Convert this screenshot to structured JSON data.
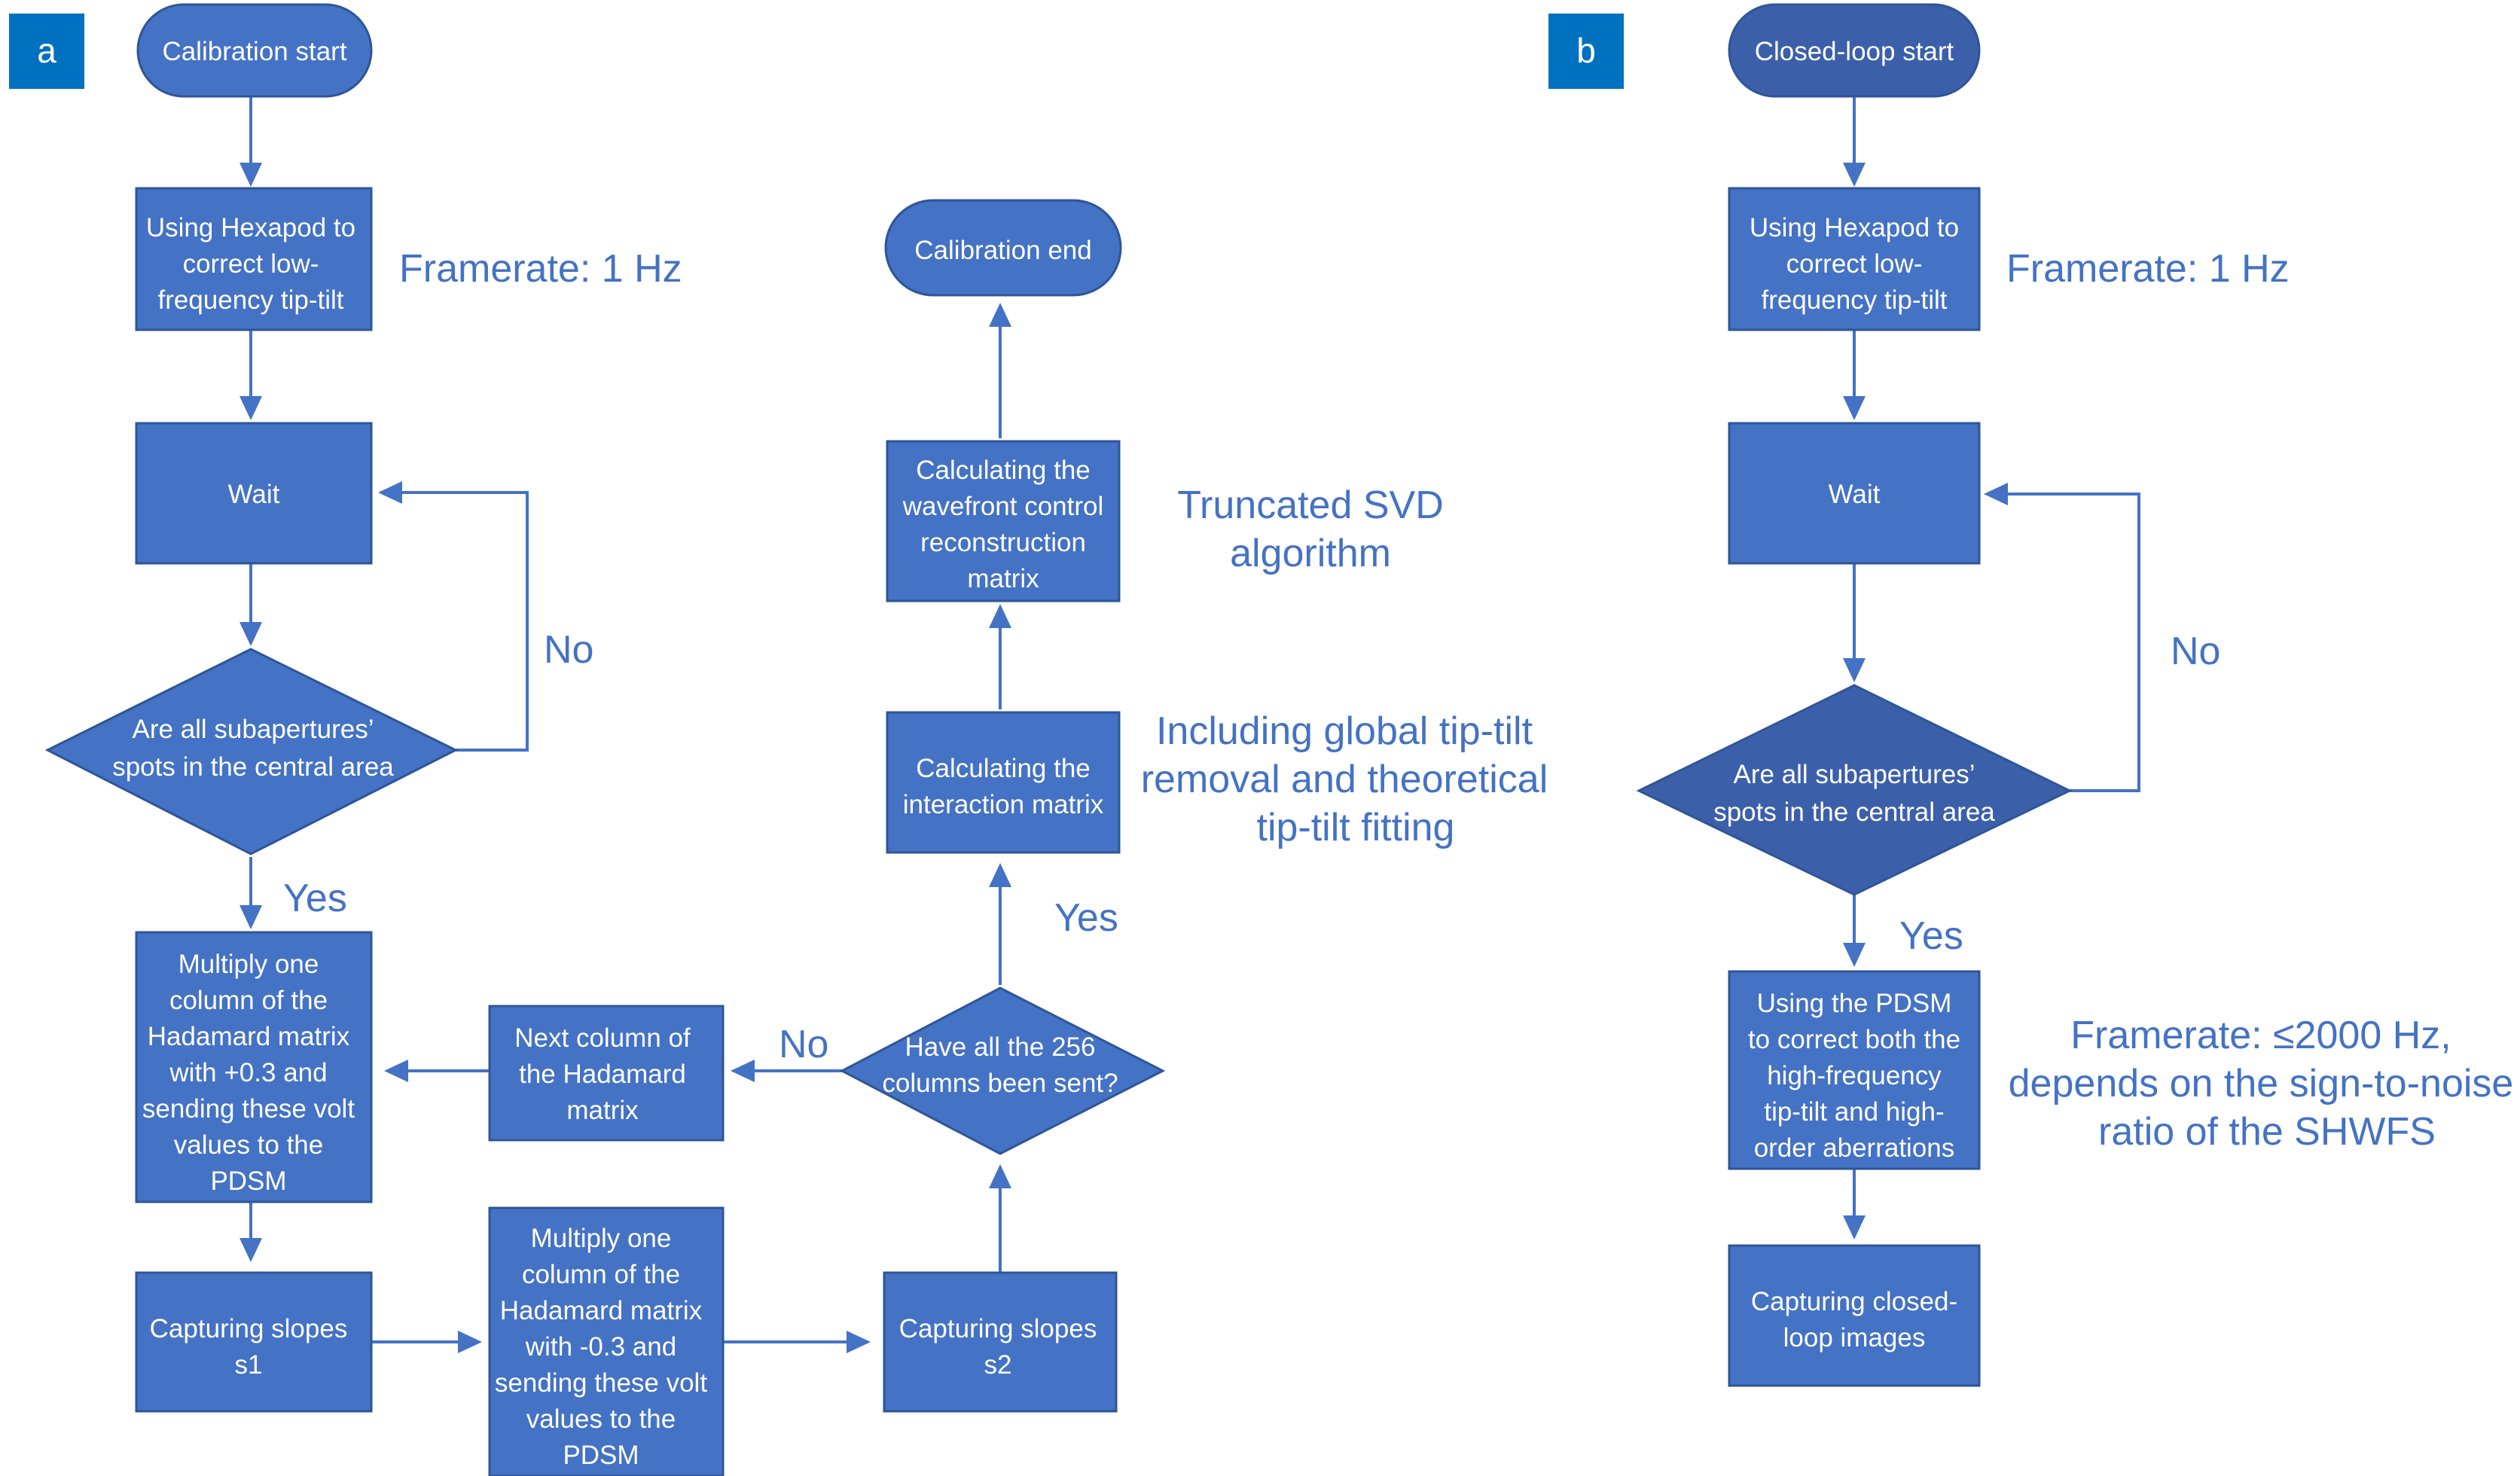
{
  "panel_a": {
    "label": "a",
    "start": "Calibration start",
    "hexapod": [
      "Using Hexapod to",
      "correct low-",
      "frequency tip-tilt"
    ],
    "framerate": "Framerate: 1 Hz",
    "wait": "Wait",
    "decision_spots": [
      "Are all subapertures’",
      "spots in the  central area"
    ],
    "no_label": "No",
    "yes_label": "Yes",
    "multiply_plus": [
      "Multiply one",
      "column of the",
      "Hadamard matrix",
      "with +0.3 and",
      "sending these volt",
      "values to the",
      "PDSM"
    ],
    "capture_s1": [
      "Capturing slopes",
      "s1"
    ],
    "multiply_minus": [
      "Multiply one",
      "column of the",
      "Hadamard matrix",
      "with -0.3 and",
      "sending these volt",
      "values to the",
      "PDSM"
    ],
    "capture_s2": [
      "Capturing slopes",
      "s2"
    ],
    "decision_columns": [
      "Have all the 256",
      "columns been sent?"
    ],
    "next_column": [
      "Next column of",
      "the Hadamard",
      "matrix"
    ],
    "no_label_2": "No",
    "yes_label_2": "Yes",
    "interaction": [
      "Calculating the",
      "interaction matrix"
    ],
    "interaction_note": [
      "Including global tip-tilt",
      "removal and theoretical",
      "tip-tilt fitting"
    ],
    "reconstruction": [
      "Calculating the",
      "wavefront control",
      "reconstruction",
      "matrix"
    ],
    "svd_note": [
      "Truncated SVD",
      "algorithm"
    ],
    "end": "Calibration end"
  },
  "panel_b": {
    "label": "b",
    "start": "Closed-loop start",
    "hexapod": [
      "Using Hexapod to",
      "correct low-",
      "frequency tip-tilt"
    ],
    "framerate": "Framerate: 1 Hz",
    "wait": "Wait",
    "decision_spots": [
      "Are all  subapertures’",
      "spots in the  central area"
    ],
    "no_label": "No",
    "yes_label": "Yes",
    "pdsm": [
      "Using the PDSM",
      "to correct both the",
      "high-frequency",
      "tip-tilt and high-",
      "order aberrations"
    ],
    "pdsm_note": [
      "Framerate: ≤2000 Hz,",
      "depends on the sign-to-noise",
      "ratio of the SHWFS"
    ],
    "capture": [
      "Capturing closed-",
      "loop images"
    ]
  },
  "colors": {
    "node_fill": "#4472c4",
    "node_fill_dark": "#3c5faa",
    "node_border": "#2f5597",
    "annotation": "#4472c4",
    "panel_tag": "#0070c0"
  }
}
